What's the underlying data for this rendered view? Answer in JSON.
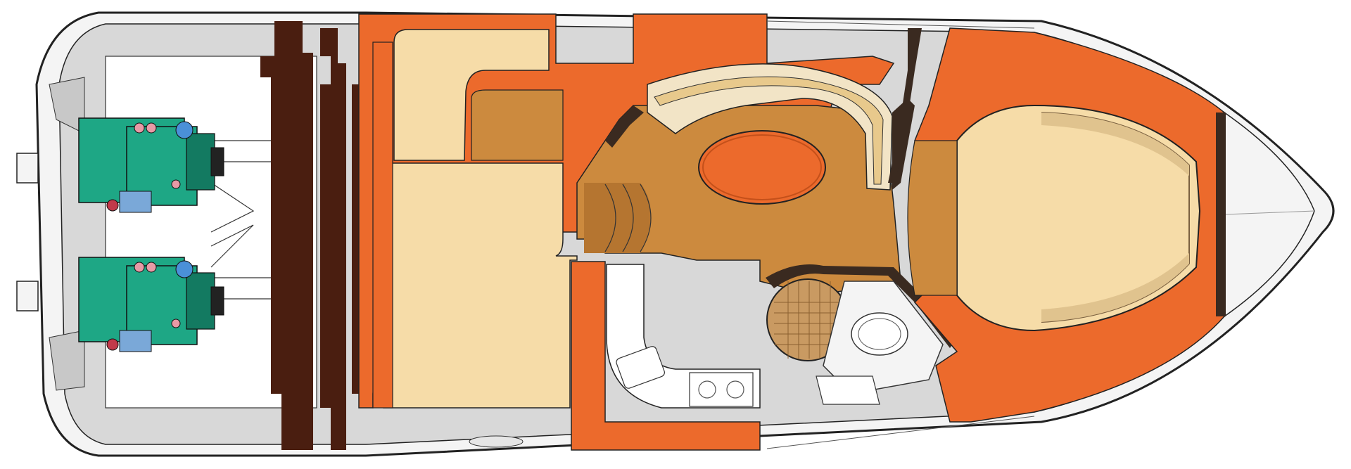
{
  "diagram": {
    "kind": "boat deck layout, top view",
    "colors": {
      "hull_fill": "#f4f4f4",
      "hull_stroke": "#222222",
      "hull_shadow": "#d8d8d8",
      "furniture_orange": "#ec6a2c",
      "furniture_dark": "#c4501a",
      "cushion_light": "#f6dca8",
      "cushion_pale": "#f2e4c6",
      "floor_brown": "#cc8a3e",
      "floor_shadow": "#b57530",
      "bulkhead": "#4a1e10",
      "engine_green": "#1ea785",
      "engine_dark": "#137a61",
      "engine_pink": "#e89aa6",
      "engine_blue": "#4a90d8",
      "engine_red": "#c23a4a",
      "grating": "#c99a62",
      "sink_white": "#ffffff"
    },
    "engines": [
      {
        "name": "engine-port"
      },
      {
        "name": "engine-starboard"
      }
    ]
  }
}
